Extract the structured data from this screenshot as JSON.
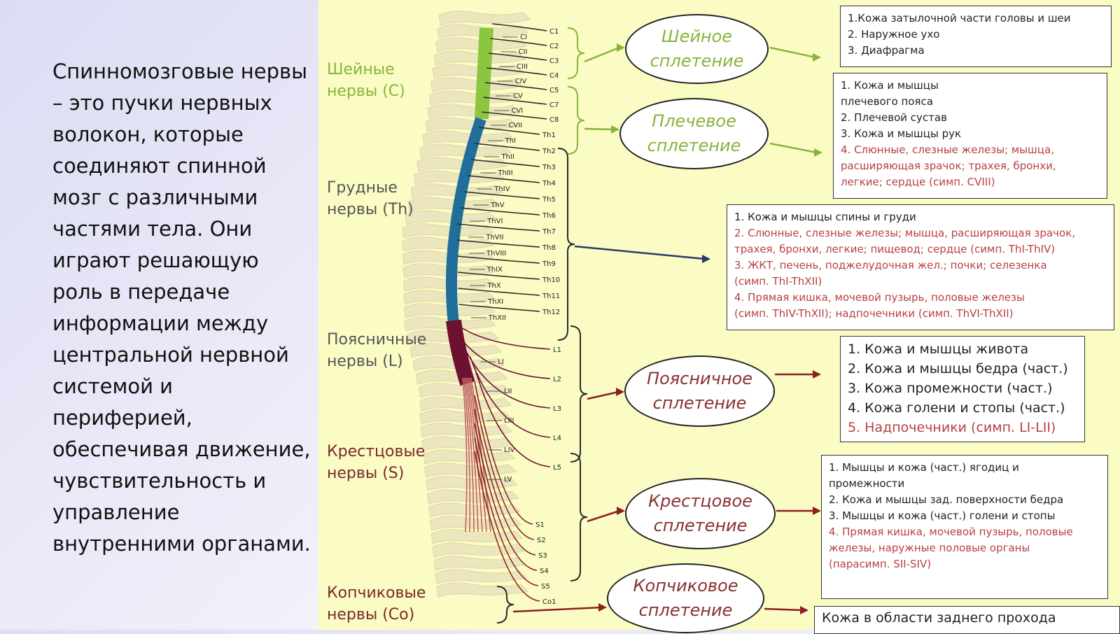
{
  "intro": "Спинномозговые нервы – это пучки нервных волокон, которые соединяют спинной мозг с различными частями тела. Они играют решающую роль в передаче информации между центральной нервной системой и периферией, обеспечивая движение, чувствительность и управление внутренними органами.",
  "groups": {
    "cervical": [
      "Шейные",
      "нервы (C)"
    ],
    "thoracic": [
      "Грудные",
      "нервы (Th)"
    ],
    "lumbar": [
      "Поясничные",
      "нервы (L)"
    ],
    "sacral": [
      "Крестцовые",
      "нервы (S)"
    ],
    "coccygeal": [
      "Копчиковые",
      "нервы (Co)"
    ]
  },
  "plexuses": {
    "cervical": [
      "Шейное",
      "сплетение"
    ],
    "brachial": [
      "Плечевое",
      "сплетение"
    ],
    "lumbar": [
      "Поясничное",
      "сплетение"
    ],
    "sacral": [
      "Крестцовое",
      "сплетение"
    ],
    "coccygeal": [
      "Копчиковое",
      "сплетение"
    ]
  },
  "boxes": {
    "cervical": [
      {
        "t": "1.Кожа затылочной части головы и шеи",
        "red": false
      },
      {
        "t": "2. Наружное ухо",
        "red": false
      },
      {
        "t": "3. Диафрагма",
        "red": false
      }
    ],
    "brachial": [
      {
        "t": "1. Кожа и мышцы",
        "red": false
      },
      {
        "t": "плечевого пояса",
        "red": false
      },
      {
        "t": "2. Плечевой сустав",
        "red": false
      },
      {
        "t": "3. Кожа и мышцы рук",
        "red": false
      },
      {
        "t": "4. Слюнные, слезные железы; мышца,",
        "red": true
      },
      {
        "t": "расширяющая зрачок; трахея, бронхи,",
        "red": true
      },
      {
        "t": "легкие; сердце (симп. CVIII)",
        "red": true
      }
    ],
    "thoracic": [
      {
        "t": "1. Кожа и мышцы спины и груди",
        "red": false
      },
      {
        "t": "2. Слюнные, слезные железы; мышца, расширяющая зрачок,",
        "red": true
      },
      {
        "t": "трахея, бронхи, легкие; пищевод; сердце (симп. ThI-ThIV)",
        "red": true
      },
      {
        "t": "3. ЖКТ, печень, поджелудочная жел.; почки; селезенка",
        "red": true
      },
      {
        "t": "(симп. ThI-ThXII)",
        "red": true
      },
      {
        "t": "4. Прямая кишка, мочевой пузырь, половые железы",
        "red": true
      },
      {
        "t": "(симп. ThIV-ThXII); надпочечники (симп. ThVI-ThXII)",
        "red": true
      }
    ],
    "lumbar": [
      {
        "t": "1. Кожа и мышцы живота",
        "red": false
      },
      {
        "t": "2. Кожа и мышцы бедра (част.)",
        "red": false
      },
      {
        "t": "3. Кожа промежности (част.)",
        "red": false
      },
      {
        "t": "4. Кожа голени и стопы (част.)",
        "red": false
      },
      {
        "t": "5. Надпочечники (симп. LI-LII)",
        "red": true
      }
    ],
    "sacral": [
      {
        "t": "1. Мышцы и кожа (част.) ягодиц и",
        "red": false
      },
      {
        "t": "промежности",
        "red": false
      },
      {
        "t": "2. Кожа и мышцы зад. поверхности бедра",
        "red": false
      },
      {
        "t": "3. Мышцы и кожа (част.) голени и стопы",
        "red": false
      },
      {
        "t": "4. Прямая кишка, мочевой пузырь, половые",
        "red": true
      },
      {
        "t": "железы, наружные половые органы",
        "red": true
      },
      {
        "t": "(парасимп. SII-SIV)",
        "red": true
      }
    ],
    "coccygeal": [
      {
        "t": "Кожа в области заднего прохода",
        "red": false
      }
    ]
  },
  "nerve_labels": {
    "right": [
      "C1",
      "C2",
      "C3",
      "C4",
      "C5",
      "C7",
      "C8",
      "Th1",
      "Th2",
      "Th3",
      "Th4",
      "Th5",
      "Th6",
      "Th7",
      "Th8",
      "Th9",
      "Th10",
      "Th11",
      "Th12",
      "L1",
      "L2",
      "L3",
      "L4",
      "L5",
      "S1",
      "S2",
      "S3",
      "S4",
      "S5",
      "Co1"
    ],
    "vertebra": [
      "CI",
      "CII",
      "CIII",
      "CIV",
      "CV",
      "CVI",
      "CVII",
      "ThI",
      "ThII",
      "ThIII",
      "ThIV",
      "ThV",
      "ThVI",
      "ThVII",
      "ThVIII",
      "ThIX",
      "ThX",
      "ThXI",
      "ThXII",
      "LI",
      "LII",
      "LIII",
      "LIV",
      "LV"
    ]
  },
  "colors": {
    "cervical": "#8cc63f",
    "thoracic": "#1f6f9a",
    "lumbar": "#6e1030",
    "sacral": "#c06060",
    "panel": "#fbfbc4",
    "bone": "#ece6bf",
    "brace_green": "#88b43a",
    "brace_dark": "#2b2b2b",
    "arrow_red": "#8a2020"
  }
}
